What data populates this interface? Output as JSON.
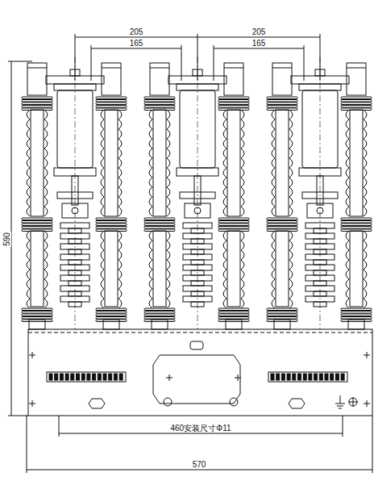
{
  "diagram": {
    "labels": [
      "205",
      "165",
      "205",
      "165",
      "590",
      "460安装尺寸Φ11",
      "570"
    ]
  }
}
